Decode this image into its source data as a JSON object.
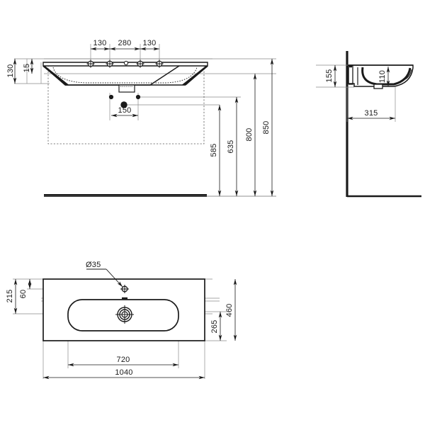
{
  "drawing": {
    "title": "Washbasin technical drawing",
    "type": "engineering-dimension-drawing",
    "units": "mm",
    "line_color": "#1a1a1a",
    "thin_line_color": "#7a7a7a",
    "dashed_line_color": "#5a5a5a",
    "background": "#ffffff",
    "views": [
      {
        "id": "front",
        "name": "front-elevation"
      },
      {
        "id": "side",
        "name": "side-elevation"
      },
      {
        "id": "plan",
        "name": "plan-view"
      }
    ]
  },
  "front_view": {
    "name": "front-elevation",
    "dimensions": {
      "tap_spacing_left": "130",
      "tap_spacing_center": "280",
      "tap_spacing_right": "130",
      "basin_depth_total": "130",
      "rim_thickness": "15",
      "waste_offset": "150",
      "height_585": "585",
      "height_635": "635",
      "height_800": "800",
      "height_850": "850"
    }
  },
  "side_view": {
    "name": "side-elevation",
    "dimensions": {
      "overall_height": "155",
      "bowl_depth": "110",
      "projection": "315"
    }
  },
  "plan_view": {
    "name": "plan-view",
    "dimensions": {
      "hole_diameter": "Ø35",
      "back_to_hole": "215",
      "hole_to_edge": "60",
      "bowl_width": "265",
      "overall_depth": "460",
      "bowl_length": "720",
      "overall_length": "1040"
    }
  }
}
